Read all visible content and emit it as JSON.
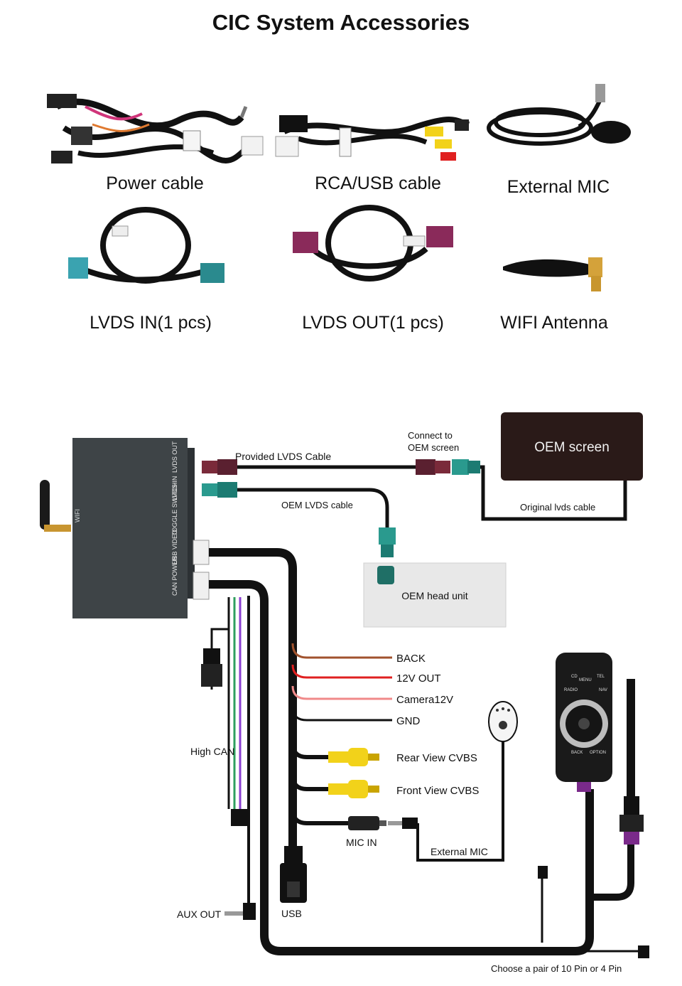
{
  "title": "CIC System Accessories",
  "accessories": [
    {
      "label": "Power cable",
      "icon": "power-cable-icon"
    },
    {
      "label": "RCA/USB cable",
      "icon": "rca-usb-cable-icon"
    },
    {
      "label": "External MIC",
      "icon": "external-mic-icon"
    },
    {
      "label": "LVDS IN(1 pcs)",
      "icon": "lvds-in-cable-icon"
    },
    {
      "label": "LVDS OUT(1 pcs)",
      "icon": "lvds-out-cable-icon"
    },
    {
      "label": "WIFI Antenna",
      "icon": "wifi-antenna-icon"
    }
  ],
  "module": {
    "ports": [
      "LVDS OUT",
      "LVDS IN",
      "TOGGLE SWITCH",
      "USB VIDEO",
      "CAN POWER"
    ],
    "wifi_label": "WIFI"
  },
  "labels": {
    "provided_lvds": "Provided LVDS Cable",
    "connect_to_1": "Connect to",
    "connect_to_2": "OEM screen",
    "oem_screen": "OEM  screen",
    "original_lvds": "Original lvds cable",
    "oem_lvds": "OEM LVDS cable",
    "oem_head_unit": "OEM head unit",
    "back": "BACK",
    "out12v": "12V OUT",
    "camera12v": "Camera12V",
    "gnd": "GND",
    "high_can": "High CAN",
    "rear_view": "Rear View CVBS",
    "front_view": "Front View CVBS",
    "mic_in": "MIC IN",
    "external_mic": "External MIC",
    "aux_out": "AUX OUT",
    "usb": "USB",
    "choose_pin": "Choose a pair of 10 Pin or 4 Pin",
    "knob_cd": "CD",
    "knob_menu": "MENU",
    "knob_tel": "TEL",
    "knob_radio": "RADIO",
    "knob_nav": "NAV",
    "knob_back": "BACK",
    "knob_option": "OPTION"
  },
  "colors": {
    "back_wire": "#a0522d",
    "v12_wire": "#e02020",
    "camera_wire": "#f08a8a",
    "gnd_wire": "#111111",
    "can_green": "#2e9e5e",
    "can_purple": "#8a3fd0",
    "lvds_teal": "#2a9a8e",
    "lvds_maroon": "#7a2a3a",
    "rca_yellow": "#f2d21a"
  }
}
